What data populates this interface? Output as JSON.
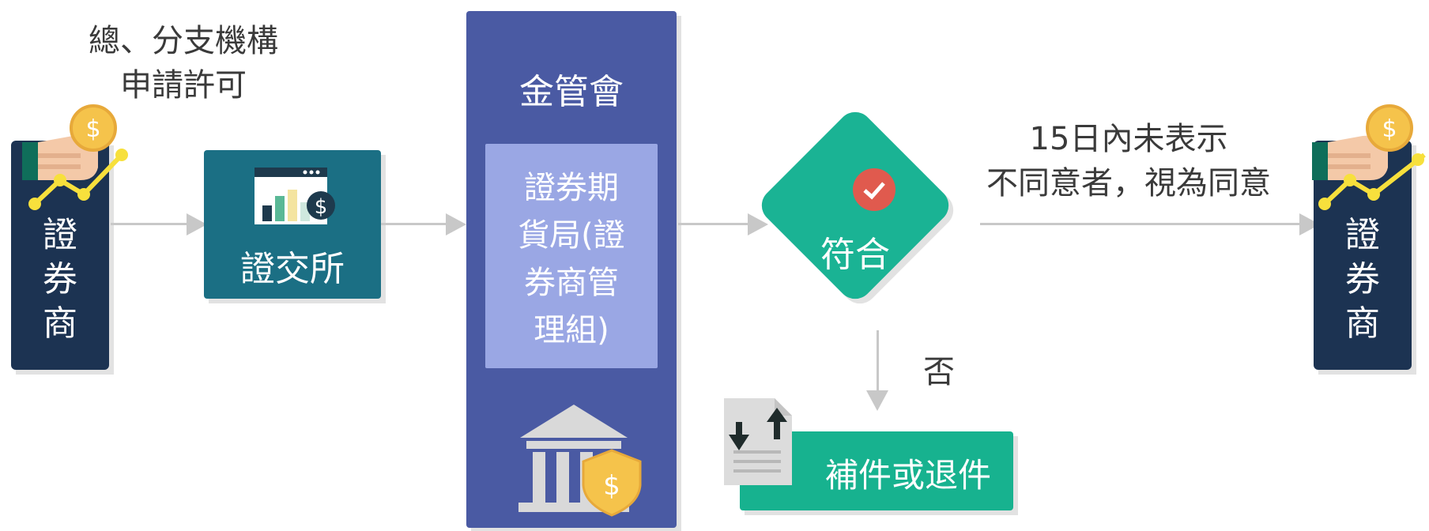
{
  "colors": {
    "broker": "#1c3352",
    "exchange": "#1b6f84",
    "fsc": "#4a5aa3",
    "bureau": "#9aa7e4",
    "decision": "#1ab394",
    "action": "#17b28f",
    "arrow": "#c8c8c8",
    "check_badge": "#e05a4e"
  },
  "icons": {
    "broker": "money-hand-chart-icon",
    "exchange": "dashboard-dollar-icon",
    "fsc": "bank-shield-icon",
    "decision": "check-circle-icon",
    "action": "document-transfer-icon"
  },
  "flow": {
    "top_caption_line1": "總、分支機構",
    "top_caption_line2": "申請許可",
    "broker_left_label": "證\n券\n商",
    "exchange_label": "證交所",
    "fsc_title": "金管會",
    "bureau_label": "證券期\n貨局(證\n券商管\n理組)",
    "decision_label": "符合",
    "approve_caption_line1": "15日內未表示",
    "approve_caption_line2": "不同意者，視為同意",
    "no_label": "否",
    "reject_action_label": "補件或退件",
    "broker_right_label": "證\n券\n商"
  }
}
